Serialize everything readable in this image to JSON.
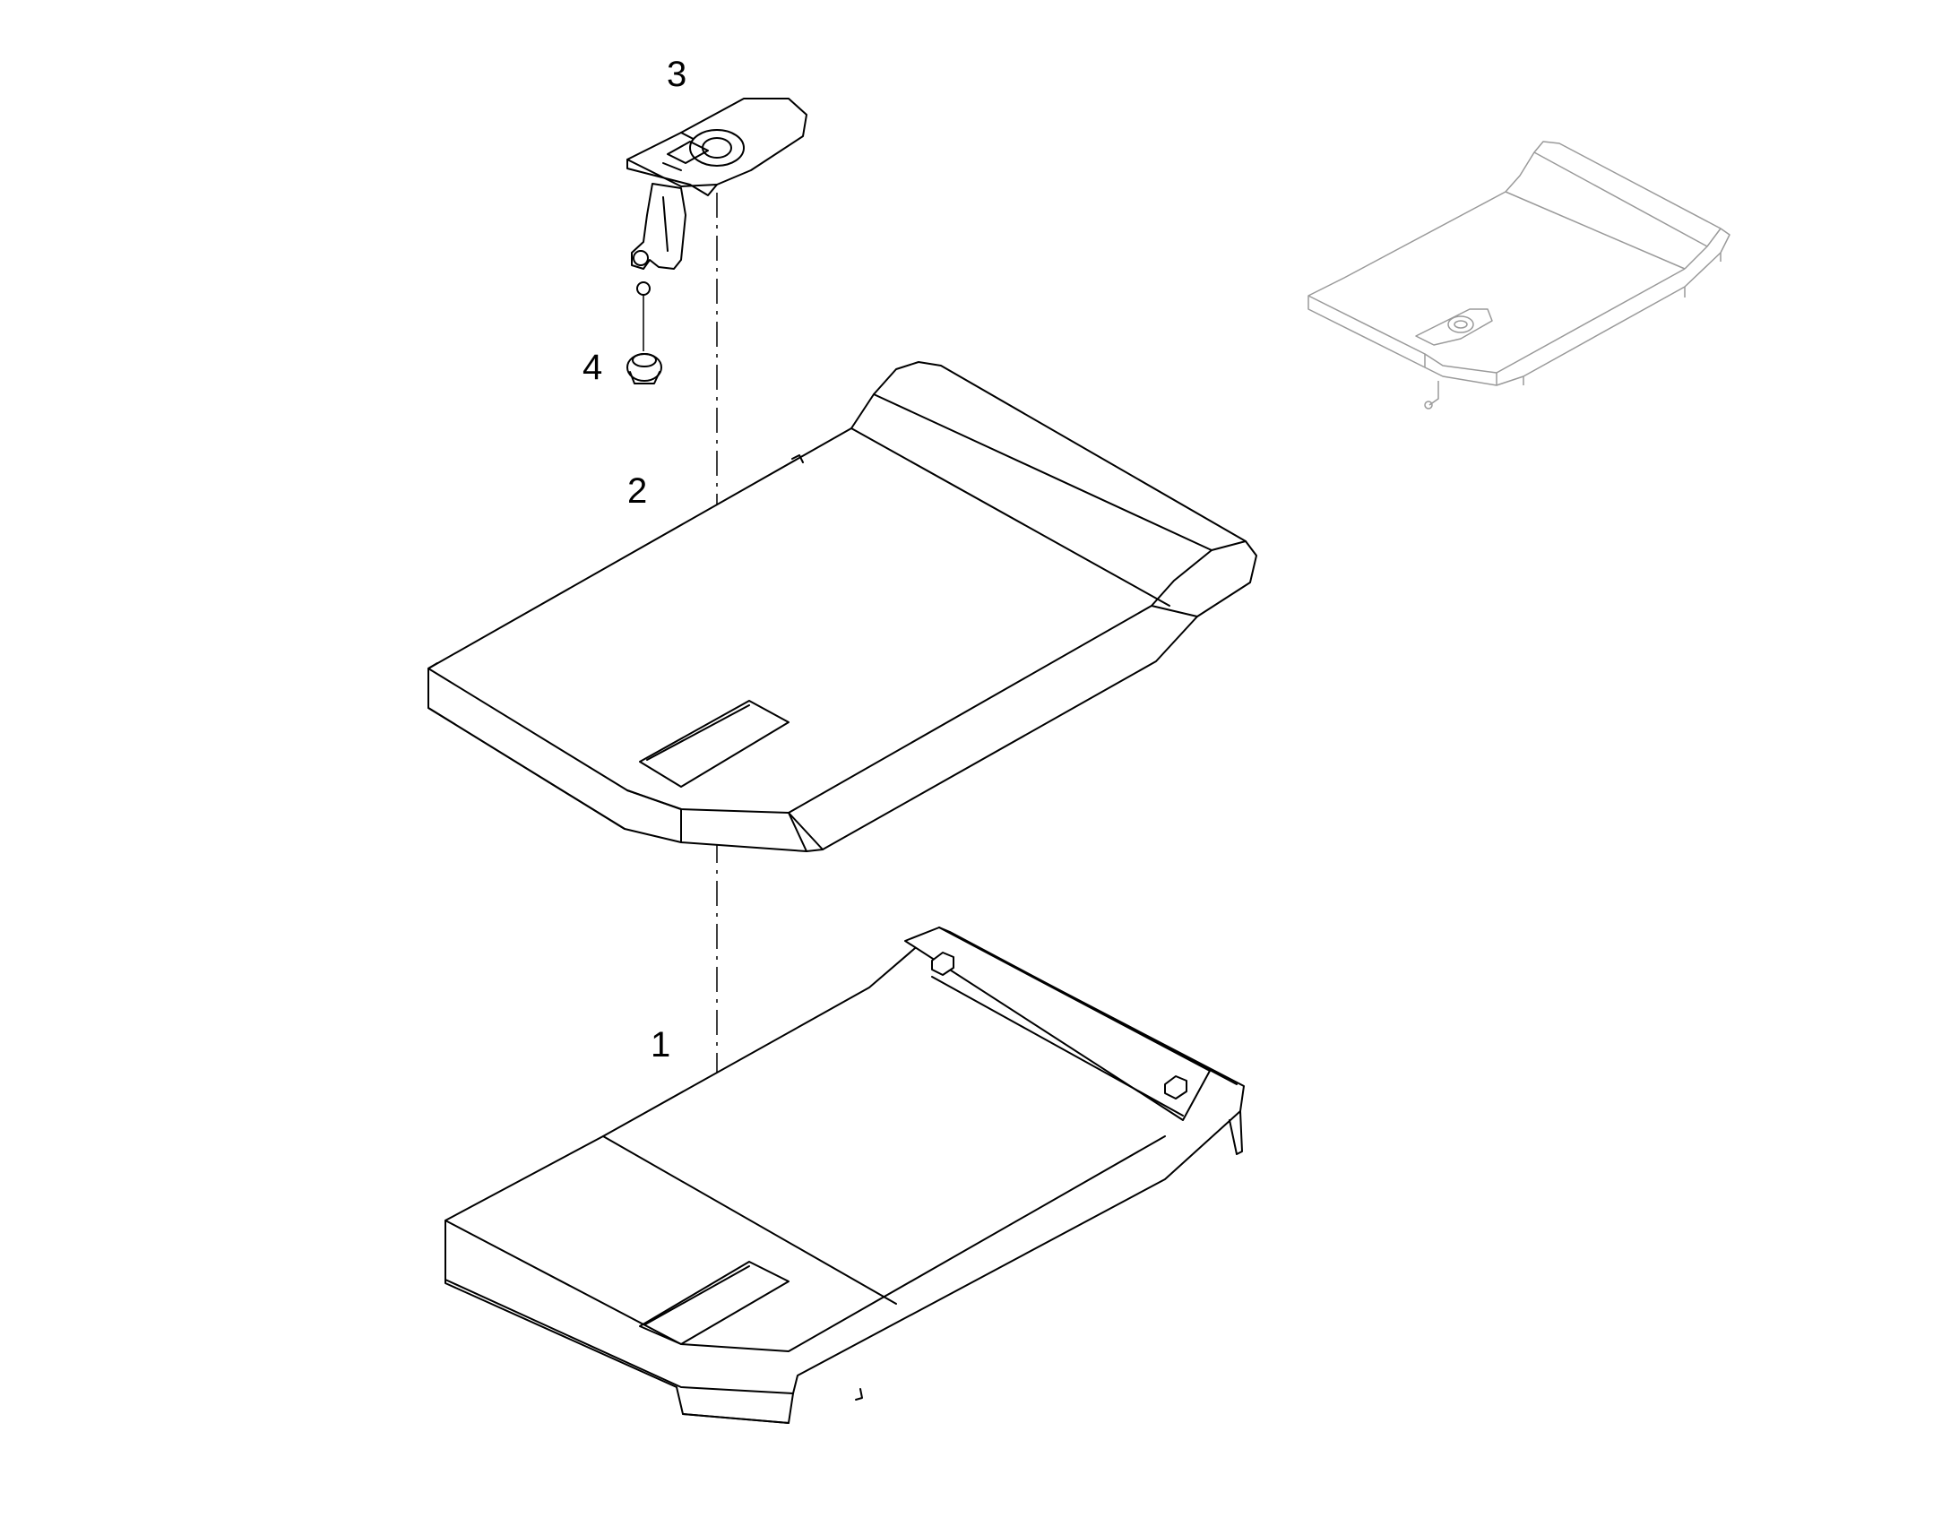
{
  "callouts": [
    {
      "id": "1",
      "label": "1"
    },
    {
      "id": "2",
      "label": "2"
    },
    {
      "id": "3",
      "label": "3"
    },
    {
      "id": "4",
      "label": "4"
    }
  ],
  "colors": {
    "line": "#000000",
    "ghost": "#9a9a9a",
    "background": "#ffffff"
  }
}
